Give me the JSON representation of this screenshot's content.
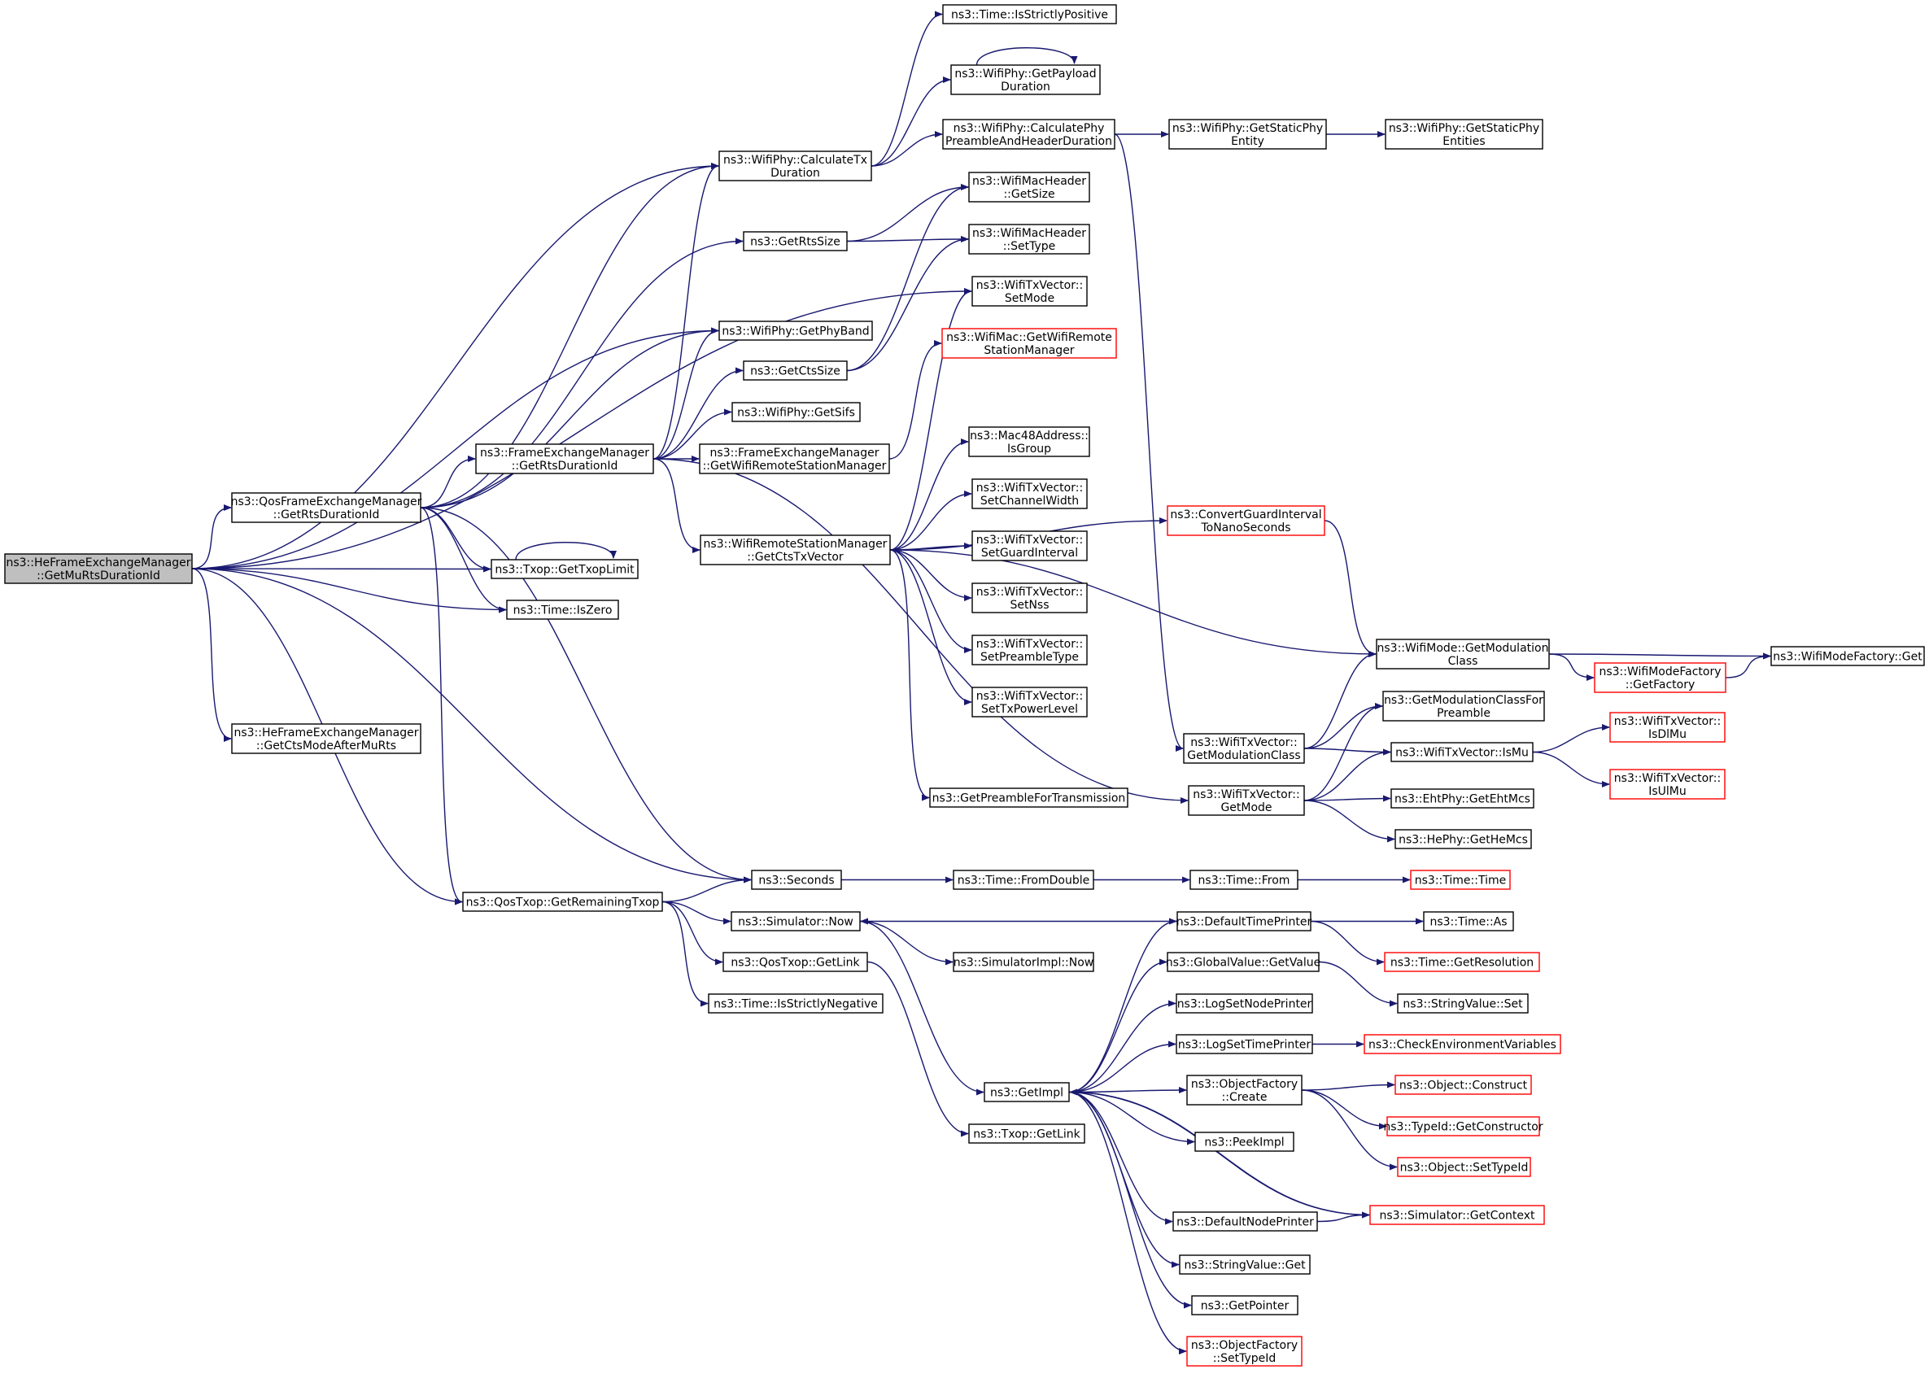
{
  "colors": {
    "edge": "#191970",
    "node_border": "#000000",
    "truncated_border": "#ff0000",
    "root_fill": "#bfbfbf",
    "node_fill": "#ffffff"
  },
  "nodes": [
    {
      "id": "root",
      "lines": [
        "ns3::HeFrameExchangeManager",
        "::GetMuRtsDurationId"
      ],
      "style": "root"
    },
    {
      "id": "qosfem_getrts",
      "lines": [
        "ns3::QosFrameExchangeManager",
        "::GetRtsDurationId"
      ]
    },
    {
      "id": "hefem_ctsmode",
      "lines": [
        "ns3::HeFrameExchangeManager",
        "::GetCtsModeAfterMuRts"
      ]
    },
    {
      "id": "qostxop_remaining",
      "lines": [
        "ns3::QosTxop::GetRemainingTxop"
      ]
    },
    {
      "id": "wifiphy_calctx",
      "lines": [
        "ns3::WifiPhy::CalculateTx",
        "Duration"
      ]
    },
    {
      "id": "getrtssize",
      "lines": [
        "ns3::GetRtsSize"
      ]
    },
    {
      "id": "wifiphy_getphyband",
      "lines": [
        "ns3::WifiPhy::GetPhyBand"
      ]
    },
    {
      "id": "getctssize",
      "lines": [
        "ns3::GetCtsSize"
      ]
    },
    {
      "id": "wifiphy_getsifs",
      "lines": [
        "ns3::WifiPhy::GetSifs"
      ]
    },
    {
      "id": "fem_getrts",
      "lines": [
        "ns3::FrameExchangeManager",
        "::GetRtsDurationId"
      ]
    },
    {
      "id": "fem_getwrsm",
      "lines": [
        "ns3::FrameExchangeManager",
        "::GetWifiRemoteStationManager"
      ]
    },
    {
      "id": "wrsm_getctstx",
      "lines": [
        "ns3::WifiRemoteStationManager",
        "::GetCtsTxVector"
      ]
    },
    {
      "id": "txop_gettxoplimit",
      "lines": [
        "ns3::Txop::GetTxopLimit"
      ]
    },
    {
      "id": "time_iszero",
      "lines": [
        "ns3::Time::IsZero"
      ]
    },
    {
      "id": "seconds",
      "lines": [
        "ns3::Seconds"
      ]
    },
    {
      "id": "simulator_now",
      "lines": [
        "ns3::Simulator::Now"
      ]
    },
    {
      "id": "qostxop_getlink",
      "lines": [
        "ns3::QosTxop::GetLink"
      ]
    },
    {
      "id": "time_isstrictlynegative",
      "lines": [
        "ns3::Time::IsStrictlyNegative"
      ]
    },
    {
      "id": "time_isstrictlypositive",
      "lines": [
        "ns3::Time::IsStrictlyPositive"
      ]
    },
    {
      "id": "wifiphy_getpayload",
      "lines": [
        "ns3::WifiPhy::GetPayload",
        "Duration"
      ]
    },
    {
      "id": "wifiphy_calcphy",
      "lines": [
        "ns3::WifiPhy::CalculatePhy",
        "PreambleAndHeaderDuration"
      ]
    },
    {
      "id": "wmh_getsize",
      "lines": [
        "ns3::WifiMacHeader",
        "::GetSize"
      ]
    },
    {
      "id": "wmh_settype",
      "lines": [
        "ns3::WifiMacHeader",
        "::SetType"
      ]
    },
    {
      "id": "wtv_setmode",
      "lines": [
        "ns3::WifiTxVector::",
        "SetMode"
      ]
    },
    {
      "id": "wifimac_getwrsm",
      "lines": [
        "ns3::WifiMac::GetWifiRemote",
        "StationManager"
      ],
      "style": "truncated"
    },
    {
      "id": "mac48_isgroup",
      "lines": [
        "ns3::Mac48Address::",
        "IsGroup"
      ]
    },
    {
      "id": "wtv_setchannelwidth",
      "lines": [
        "ns3::WifiTxVector::",
        "SetChannelWidth"
      ]
    },
    {
      "id": "wtv_setguardinterval",
      "lines": [
        "ns3::WifiTxVector::",
        "SetGuardInterval"
      ]
    },
    {
      "id": "wtv_setnss",
      "lines": [
        "ns3::WifiTxVector::",
        "SetNss"
      ]
    },
    {
      "id": "wtv_setpreambletype",
      "lines": [
        "ns3::WifiTxVector::",
        "SetPreambleType"
      ]
    },
    {
      "id": "wtv_settxpowerlevel",
      "lines": [
        "ns3::WifiTxVector::",
        "SetTxPowerLevel"
      ]
    },
    {
      "id": "getpreamblefortx",
      "lines": [
        "ns3::GetPreambleForTransmission"
      ]
    },
    {
      "id": "time_fromdouble",
      "lines": [
        "ns3::Time::FromDouble"
      ]
    },
    {
      "id": "simimpl_now",
      "lines": [
        "ns3::SimulatorImpl::Now"
      ]
    },
    {
      "id": "getimpl",
      "lines": [
        "ns3::GetImpl"
      ]
    },
    {
      "id": "txop_getlink",
      "lines": [
        "ns3::Txop::GetLink"
      ]
    },
    {
      "id": "wifiphy_getstaticentity",
      "lines": [
        "ns3::WifiPhy::GetStaticPhy",
        "Entity"
      ]
    },
    {
      "id": "wifiphy_getstaticentities",
      "lines": [
        "ns3::WifiPhy::GetStaticPhy",
        "Entities"
      ]
    },
    {
      "id": "convertgi",
      "lines": [
        "ns3::ConvertGuardInterval",
        "ToNanoSeconds"
      ],
      "style": "truncated"
    },
    {
      "id": "wtv_getmodclass",
      "lines": [
        "ns3::WifiTxVector::",
        "GetModulationClass"
      ]
    },
    {
      "id": "wtv_getmode",
      "lines": [
        "ns3::WifiTxVector::",
        "GetMode"
      ]
    },
    {
      "id": "time_from",
      "lines": [
        "ns3::Time::From"
      ]
    },
    {
      "id": "defaulttimeprinter",
      "lines": [
        "ns3::DefaultTimePrinter"
      ]
    },
    {
      "id": "globalvalue_getvalue",
      "lines": [
        "ns3::GlobalValue::GetValue"
      ]
    },
    {
      "id": "logsetnodeprinter",
      "lines": [
        "ns3::LogSetNodePrinter"
      ]
    },
    {
      "id": "logsettimeprinter",
      "lines": [
        "ns3::LogSetTimePrinter"
      ]
    },
    {
      "id": "objectfactory_create",
      "lines": [
        "ns3::ObjectFactory",
        "::Create"
      ]
    },
    {
      "id": "peekimpl",
      "lines": [
        "ns3::PeekImpl"
      ]
    },
    {
      "id": "defaultnodeprinter",
      "lines": [
        "ns3::DefaultNodePrinter"
      ]
    },
    {
      "id": "stringvalue_get",
      "lines": [
        "ns3::StringValue::Get"
      ]
    },
    {
      "id": "getpointer",
      "lines": [
        "ns3::GetPointer"
      ]
    },
    {
      "id": "objectfactory_settypeid",
      "lines": [
        "ns3::ObjectFactory",
        "::SetTypeId"
      ],
      "style": "truncated"
    },
    {
      "id": "wifimode_getmodclass",
      "lines": [
        "ns3::WifiMode::GetModulation",
        "Class"
      ]
    },
    {
      "id": "getmodclassforpreamble",
      "lines": [
        "ns3::GetModulationClassFor",
        "Preamble"
      ]
    },
    {
      "id": "wtv_ismu",
      "lines": [
        "ns3::WifiTxVector::IsMu"
      ]
    },
    {
      "id": "ehtphy_getehtmcs",
      "lines": [
        "ns3::EhtPhy::GetEhtMcs"
      ]
    },
    {
      "id": "hephy_gethemcs",
      "lines": [
        "ns3::HePhy::GetHeMcs"
      ]
    },
    {
      "id": "time_time",
      "lines": [
        "ns3::Time::Time"
      ],
      "style": "truncated"
    },
    {
      "id": "time_as",
      "lines": [
        "ns3::Time::As"
      ]
    },
    {
      "id": "time_getresolution",
      "lines": [
        "ns3::Time::GetResolution"
      ],
      "style": "truncated"
    },
    {
      "id": "stringvalue_set",
      "lines": [
        "ns3::StringValue::Set"
      ]
    },
    {
      "id": "checkenvvars",
      "lines": [
        "ns3::CheckEnvironmentVariables"
      ],
      "style": "truncated"
    },
    {
      "id": "object_construct",
      "lines": [
        "ns3::Object::Construct"
      ],
      "style": "truncated"
    },
    {
      "id": "typeid_getconstructor",
      "lines": [
        "ns3::TypeId::GetConstructor"
      ],
      "style": "truncated"
    },
    {
      "id": "object_settypeid",
      "lines": [
        "ns3::Object::SetTypeId"
      ],
      "style": "truncated"
    },
    {
      "id": "simulator_getcontext",
      "lines": [
        "ns3::Simulator::GetContext"
      ],
      "style": "truncated"
    },
    {
      "id": "wifimodefactory_getfactory",
      "lines": [
        "ns3::WifiModeFactory",
        "::GetFactory"
      ],
      "style": "truncated"
    },
    {
      "id": "wifimodefactory_get",
      "lines": [
        "ns3::WifiModeFactory::Get"
      ]
    },
    {
      "id": "wtv_isdlmu",
      "lines": [
        "ns3::WifiTxVector::",
        "IsDlMu"
      ],
      "style": "truncated"
    },
    {
      "id": "wtv_isulmu",
      "lines": [
        "ns3::WifiTxVector::",
        "IsUlMu"
      ],
      "style": "truncated"
    }
  ],
  "edges": [
    [
      "root",
      "qosfem_getrts"
    ],
    [
      "root",
      "hefem_ctsmode"
    ],
    [
      "root",
      "qostxop_remaining"
    ],
    [
      "root",
      "wifiphy_calctx"
    ],
    [
      "root",
      "wifiphy_getphyband"
    ],
    [
      "root",
      "wtv_setmode"
    ],
    [
      "root",
      "txop_gettxoplimit"
    ],
    [
      "root",
      "time_iszero"
    ],
    [
      "root",
      "seconds"
    ],
    [
      "qosfem_getrts",
      "wifiphy_calctx"
    ],
    [
      "qosfem_getrts",
      "getrtssize"
    ],
    [
      "qosfem_getrts",
      "wifiphy_getphyband"
    ],
    [
      "qosfem_getrts",
      "fem_getrts"
    ],
    [
      "qosfem_getrts",
      "txop_gettxoplimit"
    ],
    [
      "qosfem_getrts",
      "time_iszero"
    ],
    [
      "qosfem_getrts",
      "seconds"
    ],
    [
      "qosfem_getrts",
      "qostxop_remaining"
    ],
    [
      "fem_getrts",
      "wifiphy_calctx"
    ],
    [
      "fem_getrts",
      "wifiphy_getphyband"
    ],
    [
      "fem_getrts",
      "getctssize"
    ],
    [
      "fem_getrts",
      "wifiphy_getsifs"
    ],
    [
      "fem_getrts",
      "fem_getwrsm"
    ],
    [
      "fem_getrts",
      "wrsm_getctstx"
    ],
    [
      "fem_getrts",
      "wtv_getmode"
    ],
    [
      "qostxop_remaining",
      "seconds"
    ],
    [
      "qostxop_remaining",
      "simulator_now"
    ],
    [
      "qostxop_remaining",
      "qostxop_getlink"
    ],
    [
      "qostxop_remaining",
      "time_isstrictlynegative"
    ],
    [
      "wifiphy_calctx",
      "time_isstrictlypositive"
    ],
    [
      "wifiphy_calctx",
      "wifiphy_getpayload"
    ],
    [
      "wifiphy_calctx",
      "wifiphy_calcphy"
    ],
    [
      "wifiphy_getpayload",
      "wifiphy_getpayload"
    ],
    [
      "wifiphy_calcphy",
      "wifiphy_getstaticentity"
    ],
    [
      "wifiphy_calcphy",
      "wtv_getmodclass"
    ],
    [
      "wifiphy_getstaticentity",
      "wifiphy_getstaticentities"
    ],
    [
      "getrtssize",
      "wmh_getsize"
    ],
    [
      "getrtssize",
      "wmh_settype"
    ],
    [
      "getctssize",
      "wmh_getsize"
    ],
    [
      "getctssize",
      "wmh_settype"
    ],
    [
      "fem_getwrsm",
      "wifimac_getwrsm"
    ],
    [
      "wrsm_getctstx",
      "wtv_setmode"
    ],
    [
      "wrsm_getctstx",
      "mac48_isgroup"
    ],
    [
      "wrsm_getctstx",
      "wtv_setchannelwidth"
    ],
    [
      "wrsm_getctstx",
      "wtv_setguardinterval"
    ],
    [
      "wrsm_getctstx",
      "wtv_setnss"
    ],
    [
      "wrsm_getctstx",
      "wtv_setpreambletype"
    ],
    [
      "wrsm_getctstx",
      "wtv_settxpowerlevel"
    ],
    [
      "wrsm_getctstx",
      "getpreamblefortx"
    ],
    [
      "wrsm_getctstx",
      "convertgi"
    ],
    [
      "wrsm_getctstx",
      "wifimode_getmodclass"
    ],
    [
      "txop_gettxoplimit",
      "txop_gettxoplimit"
    ],
    [
      "convertgi",
      "wifimode_getmodclass"
    ],
    [
      "wtv_getmodclass",
      "wifimode_getmodclass"
    ],
    [
      "wtv_getmodclass",
      "getmodclassforpreamble"
    ],
    [
      "wtv_getmodclass",
      "wtv_ismu"
    ],
    [
      "wtv_getmode",
      "getmodclassforpreamble"
    ],
    [
      "wtv_getmode",
      "wtv_ismu"
    ],
    [
      "wtv_getmode",
      "ehtphy_getehtmcs"
    ],
    [
      "wtv_getmode",
      "hephy_gethemcs"
    ],
    [
      "wifimode_getmodclass",
      "wifimodefactory_get"
    ],
    [
      "wifimode_getmodclass",
      "wifimodefactory_getfactory"
    ],
    [
      "wifimodefactory_getfactory",
      "wifimodefactory_get"
    ],
    [
      "wtv_ismu",
      "wtv_isdlmu"
    ],
    [
      "wtv_ismu",
      "wtv_isulmu"
    ],
    [
      "seconds",
      "time_fromdouble"
    ],
    [
      "time_fromdouble",
      "time_from"
    ],
    [
      "time_from",
      "time_time"
    ],
    [
      "simulator_now",
      "simimpl_now"
    ],
    [
      "simulator_now",
      "getimpl"
    ],
    [
      "qostxop_getlink",
      "txop_getlink"
    ],
    [
      "defaulttimeprinter",
      "simulator_now"
    ],
    [
      "defaulttimeprinter",
      "time_as"
    ],
    [
      "defaulttimeprinter",
      "time_getresolution"
    ],
    [
      "globalvalue_getvalue",
      "stringvalue_set"
    ],
    [
      "logsettimeprinter",
      "checkenvvars"
    ],
    [
      "objectfactory_create",
      "object_construct"
    ],
    [
      "objectfactory_create",
      "typeid_getconstructor"
    ],
    [
      "objectfactory_create",
      "object_settypeid"
    ],
    [
      "getimpl",
      "defaulttimeprinter"
    ],
    [
      "getimpl",
      "globalvalue_getvalue"
    ],
    [
      "getimpl",
      "logsetnodeprinter"
    ],
    [
      "getimpl",
      "logsettimeprinter"
    ],
    [
      "getimpl",
      "objectfactory_create"
    ],
    [
      "getimpl",
      "peekimpl"
    ],
    [
      "getimpl",
      "simulator_getcontext"
    ],
    [
      "getimpl",
      "defaultnodeprinter"
    ],
    [
      "getimpl",
      "stringvalue_get"
    ],
    [
      "getimpl",
      "getpointer"
    ],
    [
      "getimpl",
      "objectfactory_settypeid"
    ],
    [
      "simulator_getcontext",
      "getimpl"
    ],
    [
      "defaultnodeprinter",
      "simulator_getcontext"
    ]
  ]
}
